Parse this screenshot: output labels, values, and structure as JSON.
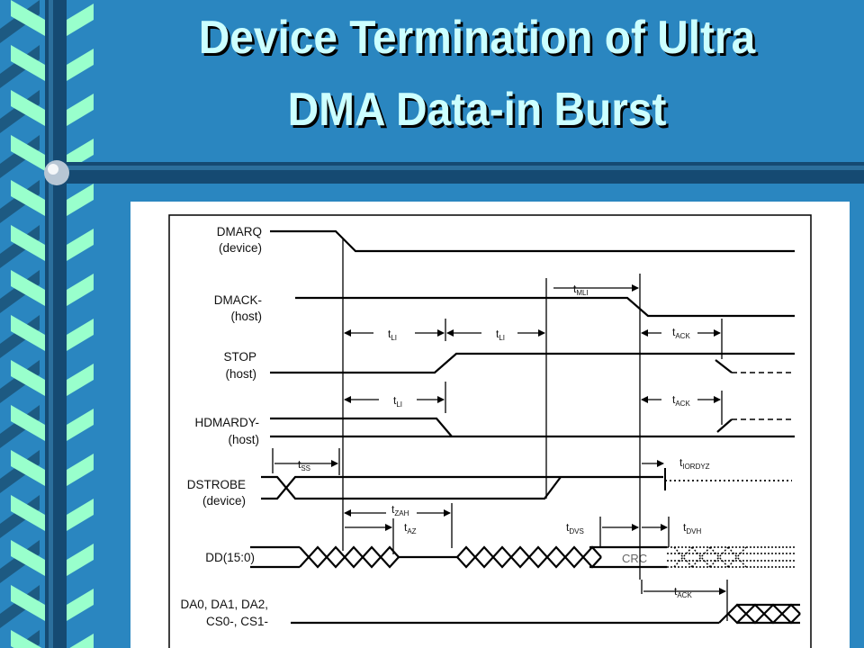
{
  "slide": {
    "title_line1": "Device Termination of Ultra",
    "title_line2": "DMA Data-in Burst"
  },
  "colors": {
    "background": "#2a86c0",
    "title_text": "#ccffff",
    "ribbon_light": "#99ffcc",
    "ribbon_dark": "#1d5a82",
    "bar": "#154a72"
  },
  "diagram": {
    "signals": [
      {
        "id": "dmarq",
        "line1": "DMARQ",
        "line2": "(device)"
      },
      {
        "id": "dmack",
        "line1": "DMACK-",
        "line2": "(host)"
      },
      {
        "id": "stop",
        "line1": "STOP",
        "line2": "(host)"
      },
      {
        "id": "hdmardy",
        "line1": "HDMARDY-",
        "line2": "(host)"
      },
      {
        "id": "dstrobe",
        "line1": "DSTROBE",
        "line2": "(device)"
      },
      {
        "id": "dd",
        "line1": "DD(15:0)",
        "line2": ""
      },
      {
        "id": "da",
        "line1": "DA0, DA1, DA2,",
        "line2": "CS0-, CS1-"
      }
    ],
    "timing_labels": {
      "tmli": "t",
      "tmli_sub": "MLI",
      "tli": "t",
      "tli_sub": "LI",
      "tack": "t",
      "tack_sub": "ACK",
      "tss": "t",
      "tss_sub": "SS",
      "tiordyz": "t",
      "tiordyz_sub": "IORDYZ",
      "tzah": "t",
      "tzah_sub": "ZAH",
      "taz": "t",
      "taz_sub": "AZ",
      "tdvs": "t",
      "tdvs_sub": "DVS",
      "tdvh": "t",
      "tdvh_sub": "DVH"
    },
    "crc_label": "CRC"
  }
}
